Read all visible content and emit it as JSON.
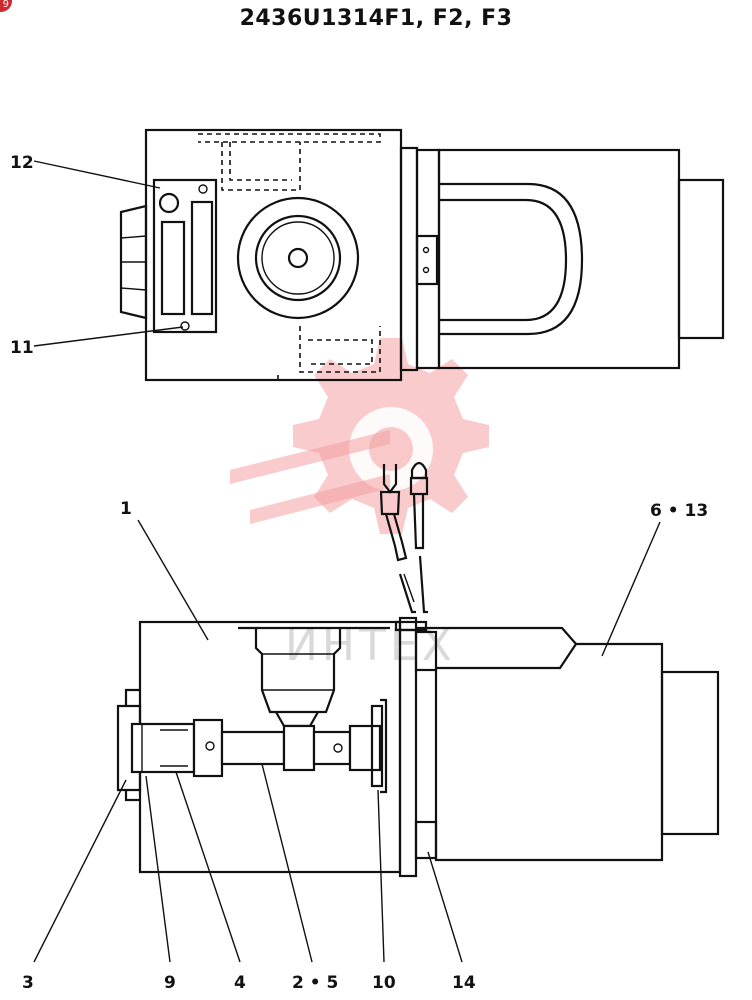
{
  "title": "2436U1314F1, F2, F3",
  "badge": "9",
  "watermark_text": "ИНТЕХ",
  "watermark_color": "#f4a0a3",
  "part_labels": {
    "p12": "12",
    "p11": "11",
    "p1": "1",
    "p6_13": "6 • 13",
    "p3": "3",
    "p9": "9",
    "p4": "4",
    "p2_5": "2 • 5",
    "p10": "10",
    "p14": "14"
  }
}
